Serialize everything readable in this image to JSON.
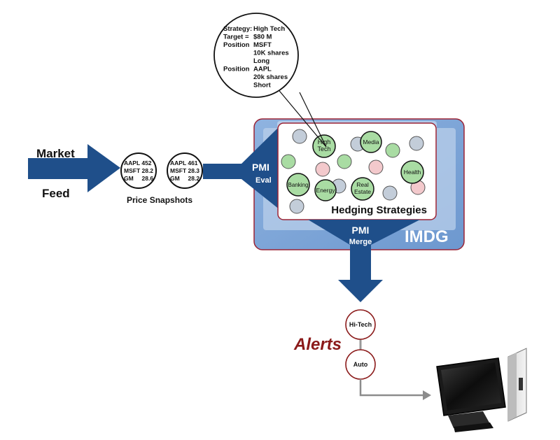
{
  "input": {
    "market_label": "Market",
    "feed_label": "Feed",
    "snapshots_label": "Price Snapshots",
    "snapshots": [
      [
        "AAPL 452",
        "MSFT 28.2",
        "GM     28.6"
      ],
      [
        "AAPL 461",
        "MSFT 28.3",
        "GM     28.2"
      ]
    ]
  },
  "imdg": {
    "label": "IMDG",
    "eval_label": [
      "PMI",
      "Eval"
    ],
    "merge_label": [
      "PMI",
      "Merge"
    ],
    "hedging_title": "Hedging Strategies",
    "strategies": [
      "High Tech",
      "Media",
      "Health",
      "Banking",
      "Energy",
      "Real Estate"
    ]
  },
  "callout": {
    "lines": [
      [
        "Strategy:",
        "High Tech"
      ],
      [
        "Target =",
        "$80 M"
      ],
      [
        "Position",
        "MSFT"
      ],
      [
        "",
        "10K shares"
      ],
      [
        "",
        "Long"
      ],
      [
        "Position",
        "AAPL"
      ],
      [
        "",
        "20k shares"
      ],
      [
        "",
        "Short"
      ]
    ]
  },
  "alerts": {
    "label": "Alerts",
    "items": [
      "Hi-Tech",
      "Auto"
    ]
  },
  "colors": {
    "arrow_blue": "#1f4f8a",
    "imdg_fill": "#7ea6d8",
    "imdg_border": "#9b2335",
    "alert_red": "#8b1a1a",
    "node_green": "#a9dca3",
    "node_pink": "#f3c9cc",
    "node_gray": "#c3cdd9"
  }
}
